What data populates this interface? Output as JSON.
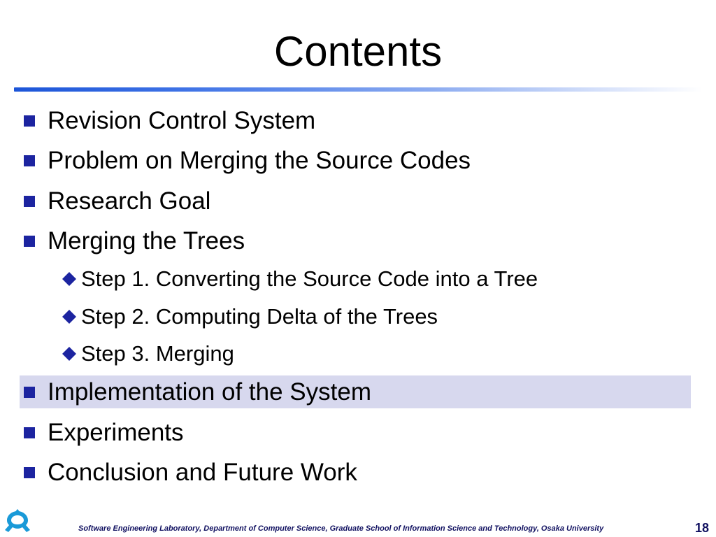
{
  "slide": {
    "title": "Contents",
    "items": [
      {
        "level": 1,
        "text": "Revision Control System"
      },
      {
        "level": 1,
        "text": "Problem on Merging the Source Codes"
      },
      {
        "level": 1,
        "text": "Research Goal"
      },
      {
        "level": 1,
        "text": "Merging the Trees"
      },
      {
        "level": 2,
        "text": "Step 1. Converting the Source Code into a Tree"
      },
      {
        "level": 2,
        "text": "Step 2. Computing Delta of the Trees"
      },
      {
        "level": 2,
        "text": "Step 3. Merging"
      },
      {
        "level": 1,
        "text": "Implementation of the System",
        "highlighted": true
      },
      {
        "level": 1,
        "text": "Experiments"
      },
      {
        "level": 1,
        "text": "Conclusion and Future Work"
      }
    ],
    "footer": "Software Engineering Laboratory,  Department of Computer Science,  Graduate School of Information Science and Technology,  Osaka University",
    "page_number": "18"
  },
  "colors": {
    "bullet": "#1c24a0",
    "highlight": "#d7d8ee",
    "title_rule": "#1c55d8",
    "logo": "#1a9ad8"
  },
  "icons": {
    "level1_bullet": "square-bullet-icon",
    "level2_bullet": "diamond-bullet-icon",
    "logo": "osaka-university-logo-icon"
  }
}
